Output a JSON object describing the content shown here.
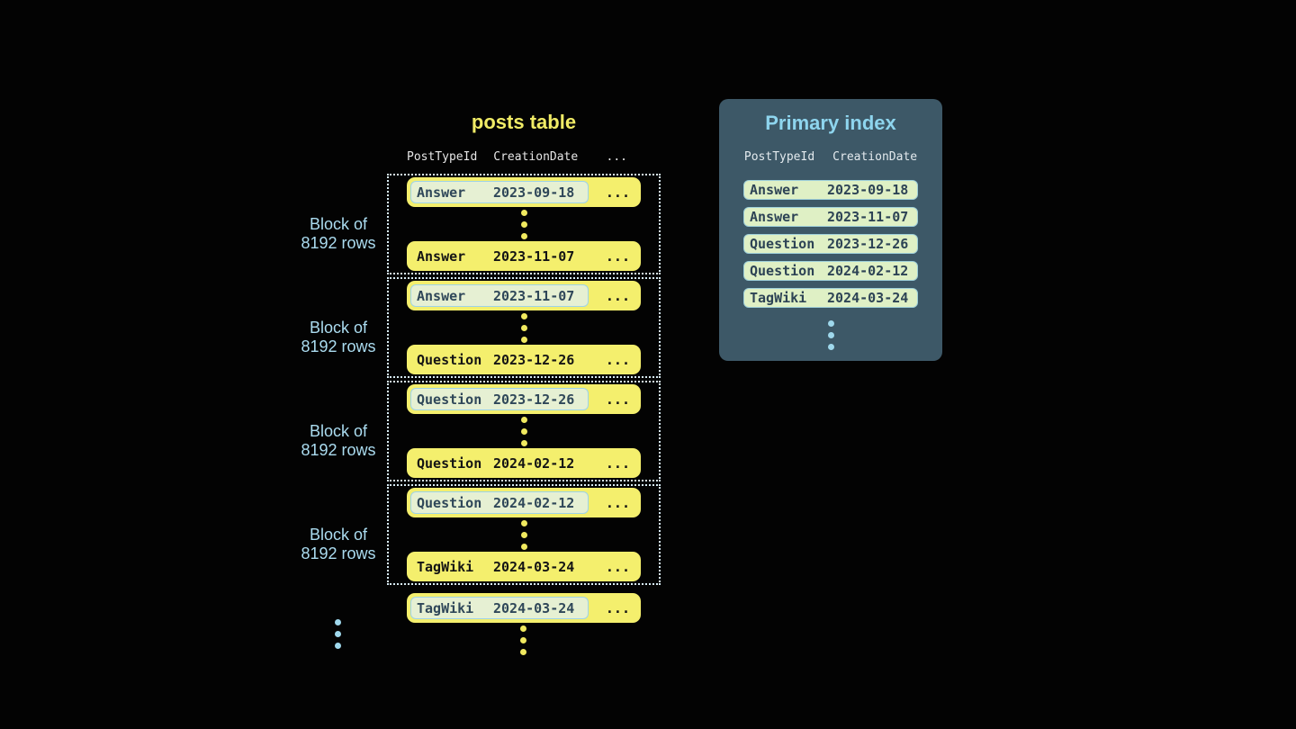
{
  "posts_table": {
    "title": "posts table",
    "header": {
      "col1": "PostTypeId",
      "col2": "CreationDate",
      "col3": "..."
    },
    "blocks": [
      {
        "label_line1": "Block of",
        "label_line2": "8192 rows",
        "first_row": {
          "post_type": "Answer",
          "creation_date": "2023-09-18",
          "more": "..."
        },
        "last_row": {
          "post_type": "Answer",
          "creation_date": "2023-11-07",
          "more": "..."
        }
      },
      {
        "label_line1": "Block of",
        "label_line2": "8192 rows",
        "first_row": {
          "post_type": "Answer",
          "creation_date": "2023-11-07",
          "more": "..."
        },
        "last_row": {
          "post_type": "Question",
          "creation_date": "2023-12-26",
          "more": "..."
        }
      },
      {
        "label_line1": "Block of",
        "label_line2": "8192 rows",
        "first_row": {
          "post_type": "Question",
          "creation_date": "2023-12-26",
          "more": "..."
        },
        "last_row": {
          "post_type": "Question",
          "creation_date": "2024-02-12",
          "more": "..."
        }
      },
      {
        "label_line1": "Block of",
        "label_line2": "8192 rows",
        "first_row": {
          "post_type": "Question",
          "creation_date": "2024-02-12",
          "more": "..."
        },
        "last_row": {
          "post_type": "TagWiki",
          "creation_date": "2024-03-24",
          "more": "..."
        }
      }
    ],
    "overflow_row": {
      "post_type": "TagWiki",
      "creation_date": "2024-03-24",
      "more": "..."
    }
  },
  "primary_index": {
    "title": "Primary index",
    "header": {
      "col1": "PostTypeId",
      "col2": "CreationDate"
    },
    "rows": [
      {
        "post_type": "Answer",
        "creation_date": "2023-09-18"
      },
      {
        "post_type": "Answer",
        "creation_date": "2023-11-07"
      },
      {
        "post_type": "Question",
        "creation_date": "2023-12-26"
      },
      {
        "post_type": "Question",
        "creation_date": "2024-02-12"
      },
      {
        "post_type": "TagWiki",
        "creation_date": "2024-03-24"
      }
    ]
  },
  "colors": {
    "background": "#030303",
    "row_yellow": "#f4ef6d",
    "title_yellow": "#f1ec66",
    "highlight_green": "#e6f0d3",
    "highlight_border": "#9ed3e7",
    "index_row_green": "#dff0c5",
    "panel_background": "#3d5867",
    "accent_light_blue": "#abdcf0",
    "dotted_border": "#d8ecf6"
  }
}
